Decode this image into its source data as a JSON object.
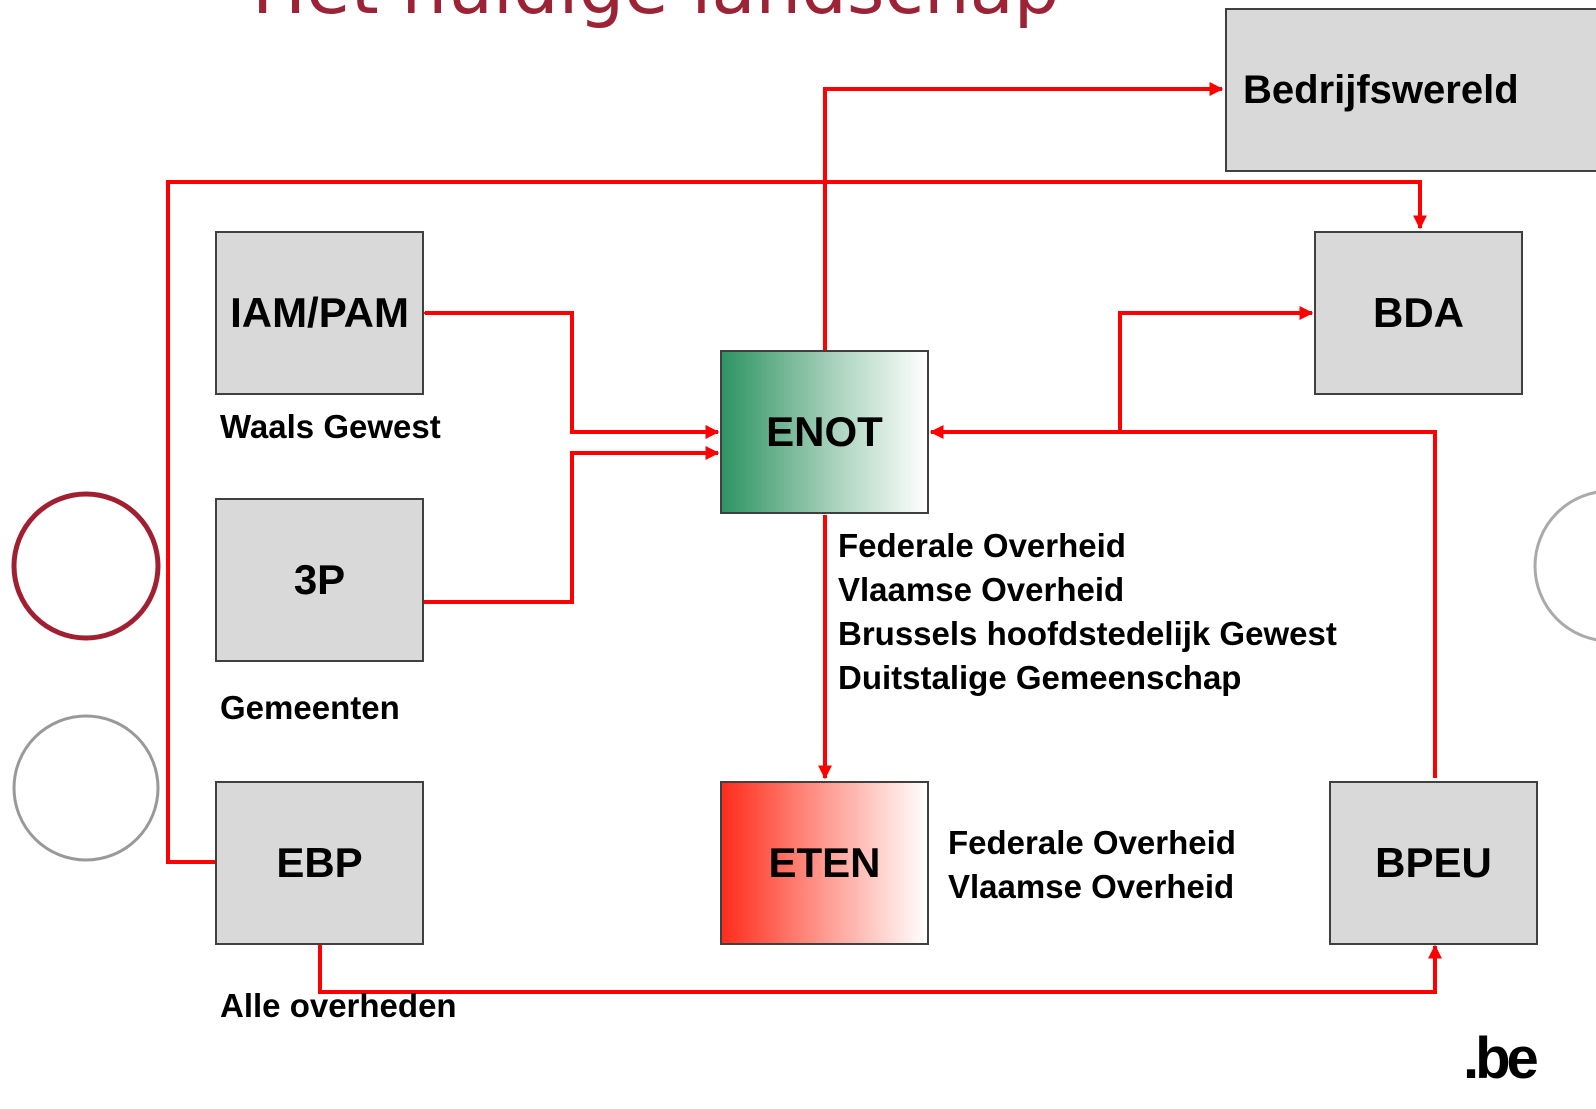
{
  "slide": {
    "title": "Het huidige landschap"
  },
  "nodes": {
    "bedrijfswereld": "Bedrijfswereld",
    "iam_pam": "IAM/PAM",
    "bda": "BDA",
    "enot": "ENOT",
    "three_p": "3P",
    "ebp": "EBP",
    "eten": "ETEN",
    "bpeu": "BPEU"
  },
  "labels": {
    "waals_gewest": "Waals Gewest",
    "gemeenten": "Gemeenten",
    "alle_overheden": "Alle overheden",
    "enot_users": [
      "Federale Overheid",
      "Vlaamse Overheid",
      "Brussels hoofdstedelijk Gewest",
      "Duitstalige Gemeenschap"
    ],
    "eten_users": [
      "Federale Overheid",
      "Vlaamse Overheid"
    ]
  },
  "logo": {
    "text": ".be"
  },
  "colors": {
    "title": "#9b2335",
    "connector": "#ff0000",
    "box_fill": "#d9d9d9",
    "enot_gradient_start": "#2e9463",
    "eten_gradient_start": "#ff2c1c",
    "circle_red": "#a01f30",
    "circle_grey": "#999999"
  }
}
